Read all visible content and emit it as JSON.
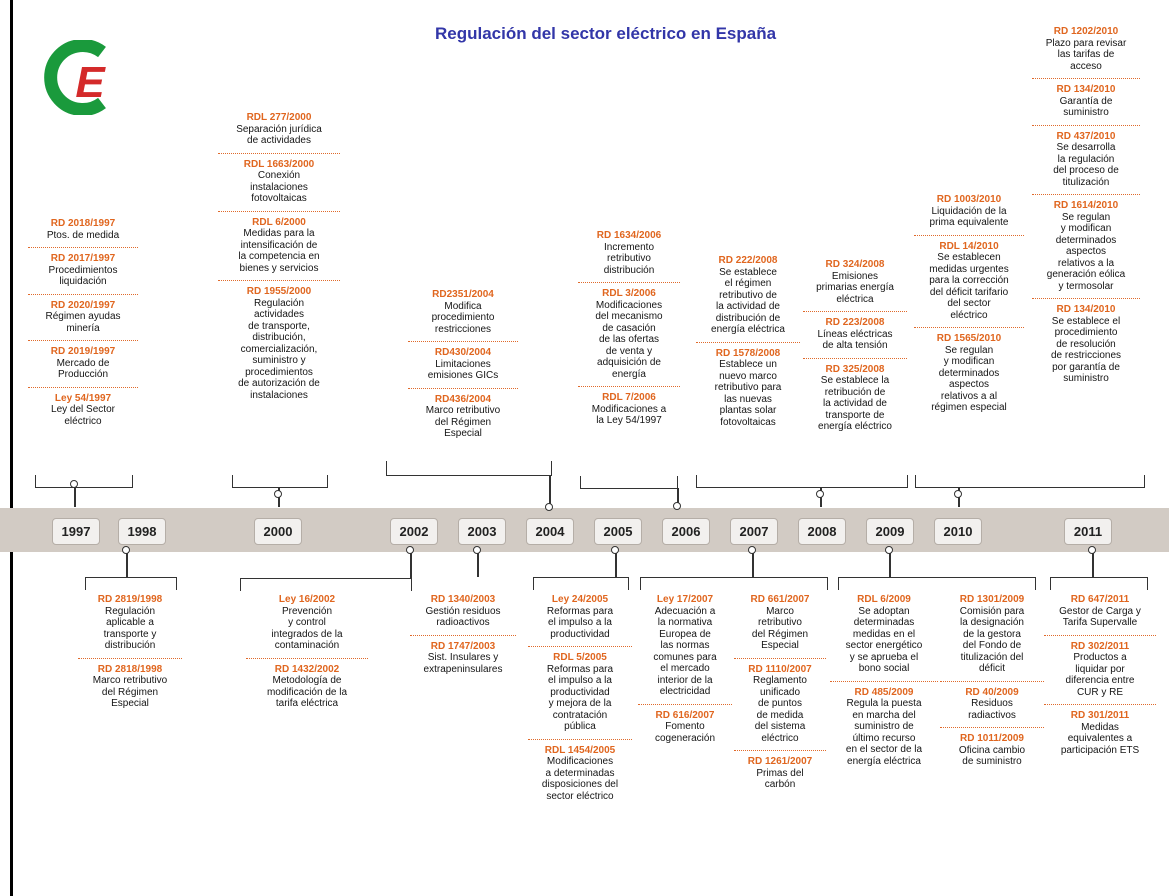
{
  "title": "Regulación del sector eléctrico en España",
  "logo": {
    "letter": "E",
    "arc_color": "#1a9a3c",
    "letter_color": "#d42a2a"
  },
  "colors": {
    "code": "#e0661f",
    "band": "#d2cbc4"
  },
  "years": [
    "1997",
    "1998",
    "2000",
    "2002",
    "2003",
    "2004",
    "2005",
    "2006",
    "2007",
    "2008",
    "2009",
    "2010",
    "2011"
  ],
  "groups": [
    {
      "id": "g1997",
      "entries": [
        {
          "code": "RD 2018/1997",
          "desc": "Ptos. de medida"
        },
        {
          "code": "RD 2017/1997",
          "desc": "Procedimientos\nliquidación"
        },
        {
          "code": "RD 2020/1997",
          "desc": "Régimen ayudas\nminería"
        },
        {
          "code": "RD 2019/1997",
          "desc": "Mercado de\nProducción"
        },
        {
          "code": "Ley 54/1997",
          "desc": "Ley del Sector\neléctrico"
        }
      ]
    },
    {
      "id": "g2000",
      "entries": [
        {
          "code": "RDL 277/2000",
          "desc": "Separación  jurídica\nde actividades"
        },
        {
          "code": "RDL 1663/2000",
          "desc": "Conexión\ninstalaciones\nfotovoltaicas"
        },
        {
          "code": "RDL 6/2000",
          "desc": "Medidas para la\nintensificación de\nla competencia en\nbienes y servicios"
        },
        {
          "code": "RD 1955/2000",
          "desc": "Regulación\nactividades\nde transporte,\ndistribución,\ncomercialización,\nsuministro y\nprocedimientos\nde autorización de\ninstalaciones"
        }
      ]
    },
    {
      "id": "g2004",
      "entries": [
        {
          "code": "RD2351/2004",
          "desc": "Modifica\nprocedimiento\nrestricciones"
        },
        {
          "code": "RD430/2004",
          "desc": "Limitaciones\nemisiones GICs"
        },
        {
          "code": "RD436/2004",
          "desc": "Marco retributivo\ndel Régimen\nEspecial"
        }
      ]
    },
    {
      "id": "g2006",
      "entries": [
        {
          "code": "RD 1634/2006",
          "desc": "Incremento\nretributivo\ndistribución"
        },
        {
          "code": "RDL 3/2006",
          "desc": "Modificaciones\ndel mecanismo\nde casación\nde las ofertas\nde venta y\nadquisición de\nenergía"
        },
        {
          "code": "RDL 7/2006",
          "desc": "Modificaciones a\nla Ley 54/1997"
        }
      ]
    },
    {
      "id": "g2008a",
      "entries": [
        {
          "code": "RD 222/2008",
          "desc": "Se establece\nel régimen\nretributivo de\nla actividad de\ndistribución de\nenergía eléctrica"
        },
        {
          "code": "RD 1578/2008",
          "desc": "Establece un\nnuevo marco\nretributivo para\nlas nuevas\nplantas solar\nfotovoltaicas"
        }
      ]
    },
    {
      "id": "g2008b",
      "entries": [
        {
          "code": "RD 324/2008",
          "desc": "Emisiones\nprimarias energía\neléctrica"
        },
        {
          "code": "RD 223/2008",
          "desc": "Líneas eléctricas\nde alta tensión"
        },
        {
          "code": "RD 325/2008",
          "desc": "Se establece la\nretribución de\nla actividad de\ntransporte de\nenergía eléctrico"
        }
      ]
    },
    {
      "id": "g2010a",
      "entries": [
        {
          "code": "RD 1003/2010",
          "desc": "Liquidación de la\nprima equivalente"
        },
        {
          "code": "RDL 14/2010",
          "desc": "Se establecen\nmedidas urgentes\npara la corrección\ndel déficit tarifario\ndel sector\neléctrico"
        },
        {
          "code": "RD 1565/2010",
          "desc": "Se regulan\ny modifican\ndeterminados\naspectos\nrelativos a al\nrégimen especial"
        }
      ]
    },
    {
      "id": "g2010b",
      "entries": [
        {
          "code": "RD 1202/2010",
          "desc": "Plazo para revisar\nlas tarifas de\nacceso"
        },
        {
          "code": "RD 134/2010",
          "desc": "Garantía de\nsuministro"
        },
        {
          "code": "RD 437/2010",
          "desc": "Se desarrolla\nla regulación\ndel proceso de\ntitulización"
        },
        {
          "code": "RD 1614/2010",
          "desc": "Se regulan\ny modifican\ndeterminados\naspectos\nrelativos a la\ngeneración eólica\ny termosolar"
        },
        {
          "code": "RD 134/2010",
          "desc": "Se establece el\nprocedimiento\nde resolución\nde restricciones\npor garantía de\nsuministro"
        }
      ]
    },
    {
      "id": "g1998",
      "entries": [
        {
          "code": "RD 2819/1998",
          "desc": "Regulación\naplicable a\ntransporte y\ndistribución"
        },
        {
          "code": "RD 2818/1998",
          "desc": "Marco retributivo\ndel Régimen\nEspecial"
        }
      ]
    },
    {
      "id": "g2002",
      "entries": [
        {
          "code": "Ley 16/2002",
          "desc": "Prevención\ny control\nintegrados de la\ncontaminación"
        },
        {
          "code": "RD 1432/2002",
          "desc": "Metodología de\nmodificación de la\ntarifa eléctrica"
        }
      ]
    },
    {
      "id": "g2003",
      "entries": [
        {
          "code": "RD 1340/2003",
          "desc": "Gestión residuos\nradioactivos"
        },
        {
          "code": "RD 1747/2003",
          "desc": "Sist. Insulares y\nextrapeninsulares"
        }
      ]
    },
    {
      "id": "g2005",
      "entries": [
        {
          "code": "Ley 24/2005",
          "desc": "Reformas para\nel impulso a la\nproductividad"
        },
        {
          "code": "RDL 5/2005",
          "desc": "Reformas para\nel impulso a la\nproductividad\ny mejora de la\ncontratación\npública"
        },
        {
          "code": "RDL 1454/2005",
          "desc": "Modificaciones\na determinadas\ndisposiciones del\nsector eléctrico"
        }
      ]
    },
    {
      "id": "g2007a",
      "entries": [
        {
          "code": "Ley 17/2007",
          "desc": "Adecuación a\nla normativa\nEuropea de\nlas normas\ncomunes para\nel mercado\ninterior de la\nelectricidad"
        },
        {
          "code": "RD 616/2007",
          "desc": "Fomento\ncogeneración"
        }
      ]
    },
    {
      "id": "g2007b",
      "entries": [
        {
          "code": "RD 661/2007",
          "desc": "Marco\nretributivo\ndel Régimen\nEspecial"
        },
        {
          "code": "RD 1110/2007",
          "desc": "Reglamento\nunificado\nde puntos\nde medida\ndel sistema\neléctrico"
        },
        {
          "code": "RD 1261/2007",
          "desc": "Primas del\ncarbón"
        }
      ]
    },
    {
      "id": "g2009a",
      "entries": [
        {
          "code": "RDL 6/2009",
          "desc": "Se adoptan\ndeterminadas\nmedidas en el\nsector energético\ny se aprueba el\nbono social"
        },
        {
          "code": "RD 485/2009",
          "desc": "Regula la puesta\nen marcha del\nsuministro de\núltimo recurso\nen el sector de la\nenergía eléctrica"
        }
      ]
    },
    {
      "id": "g2009b",
      "entries": [
        {
          "code": "RD 1301/2009",
          "desc": "Comisión para\nla designación\nde la gestora\ndel Fondo de\ntitulización del\ndéficit"
        },
        {
          "code": "RD 40/2009",
          "desc": "Residuos\nradiactivos"
        },
        {
          "code": "RD 1011/2009",
          "desc": "Oficina cambio\nde suministro"
        }
      ]
    },
    {
      "id": "g2011",
      "entries": [
        {
          "code": "RD 647/2011",
          "desc": "Gestor de Carga y\nTarifa Supervalle"
        },
        {
          "code": "RD 302/2011",
          "desc": "Productos a\nliquidar por\ndiferencia entre\nCUR y RE"
        },
        {
          "code": "RD 301/2011",
          "desc": "Medidas\nequivalentes a\nparticipación ETS"
        }
      ]
    }
  ]
}
